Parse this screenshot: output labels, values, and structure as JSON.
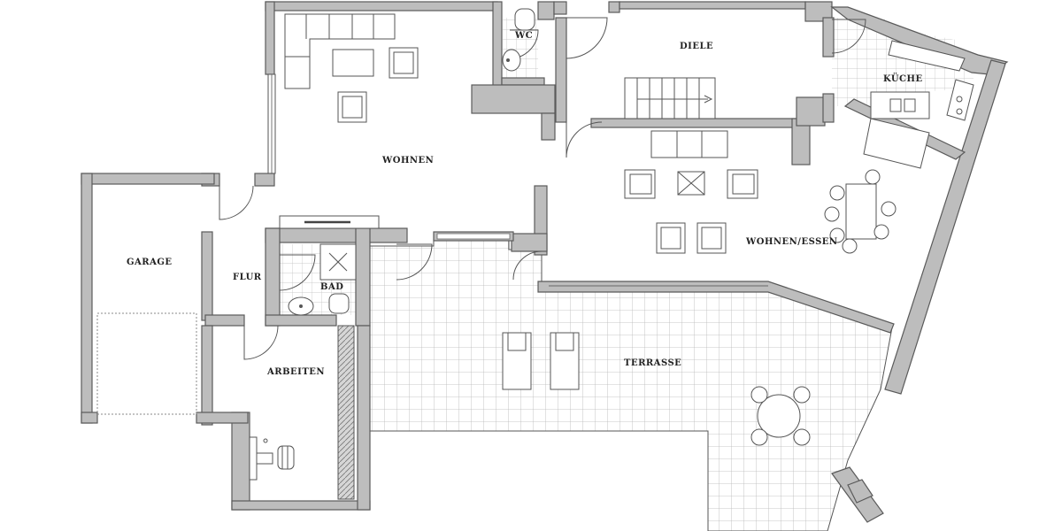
{
  "title": "",
  "rooms": {
    "diele": "DIELE",
    "wc": "WC",
    "kueche": "KÜCHE",
    "wohnen": "WOHNEN",
    "wohnen_essen": "WOHNEN/ESSEN",
    "garage": "GARAGE",
    "flur": "FLUR",
    "bad": "BAD",
    "arbeiten": "ARBEITEN",
    "terrasse": "TERRASSE"
  },
  "colors": {
    "wall_fill": "#bdbdbd",
    "wall_stroke": "#5a5a5a",
    "tile_grid": "#b5b5b5",
    "background": "#ffffff"
  }
}
